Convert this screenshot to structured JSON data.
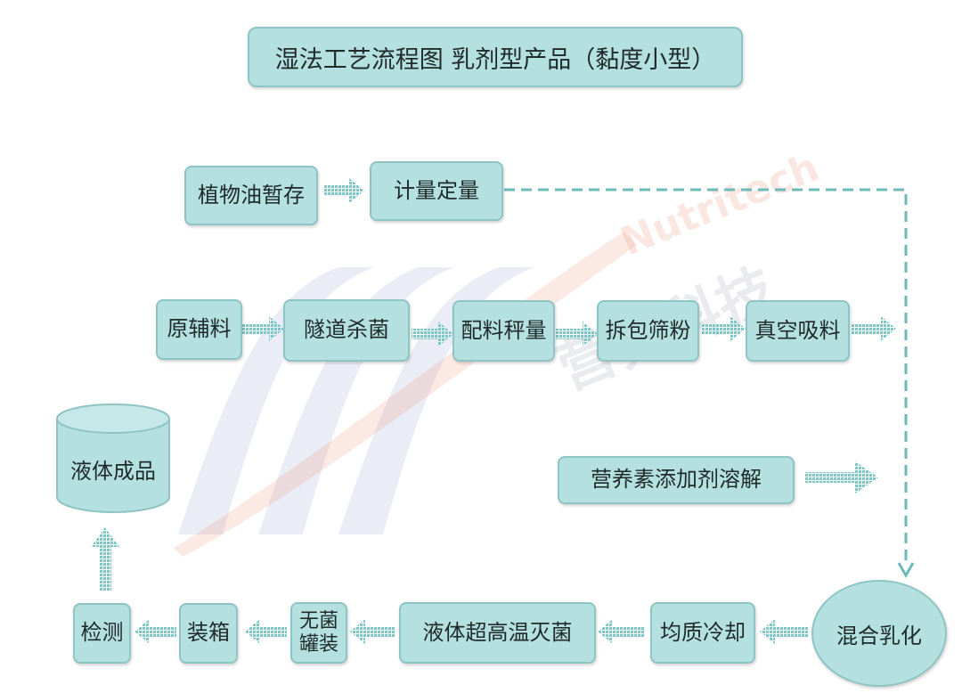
{
  "title": "湿法工艺流程图 乳剂型产品（黏度小型）",
  "nodes": {
    "vegetable_oil": "植物油暂存",
    "metering": "计量定量",
    "raw_materials": "原辅料",
    "tunnel_sterilization": "隧道杀菌",
    "batching_weighing": "配料秤量",
    "unpack_sieve": "拆包筛粉",
    "vacuum_feed": "真空吸料",
    "nutrient_dissolve": "营养素添加剂溶解",
    "mix_emulsify": "混合乳化",
    "homogenize_cool": "均质冷却",
    "uht": "液体超高温灭菌",
    "aseptic_fill": "无菌罐装",
    "boxing": "装箱",
    "inspection": "检测",
    "finished_product": "液体成品"
  },
  "watermark": {
    "latin": "Nutritech",
    "cjk": "营养科技"
  },
  "colors": {
    "box_fill": "#b5e0e0",
    "box_border": "#8fc4c4",
    "arrow": "#7cc7c7",
    "dashed_line": "#6cbaba"
  }
}
